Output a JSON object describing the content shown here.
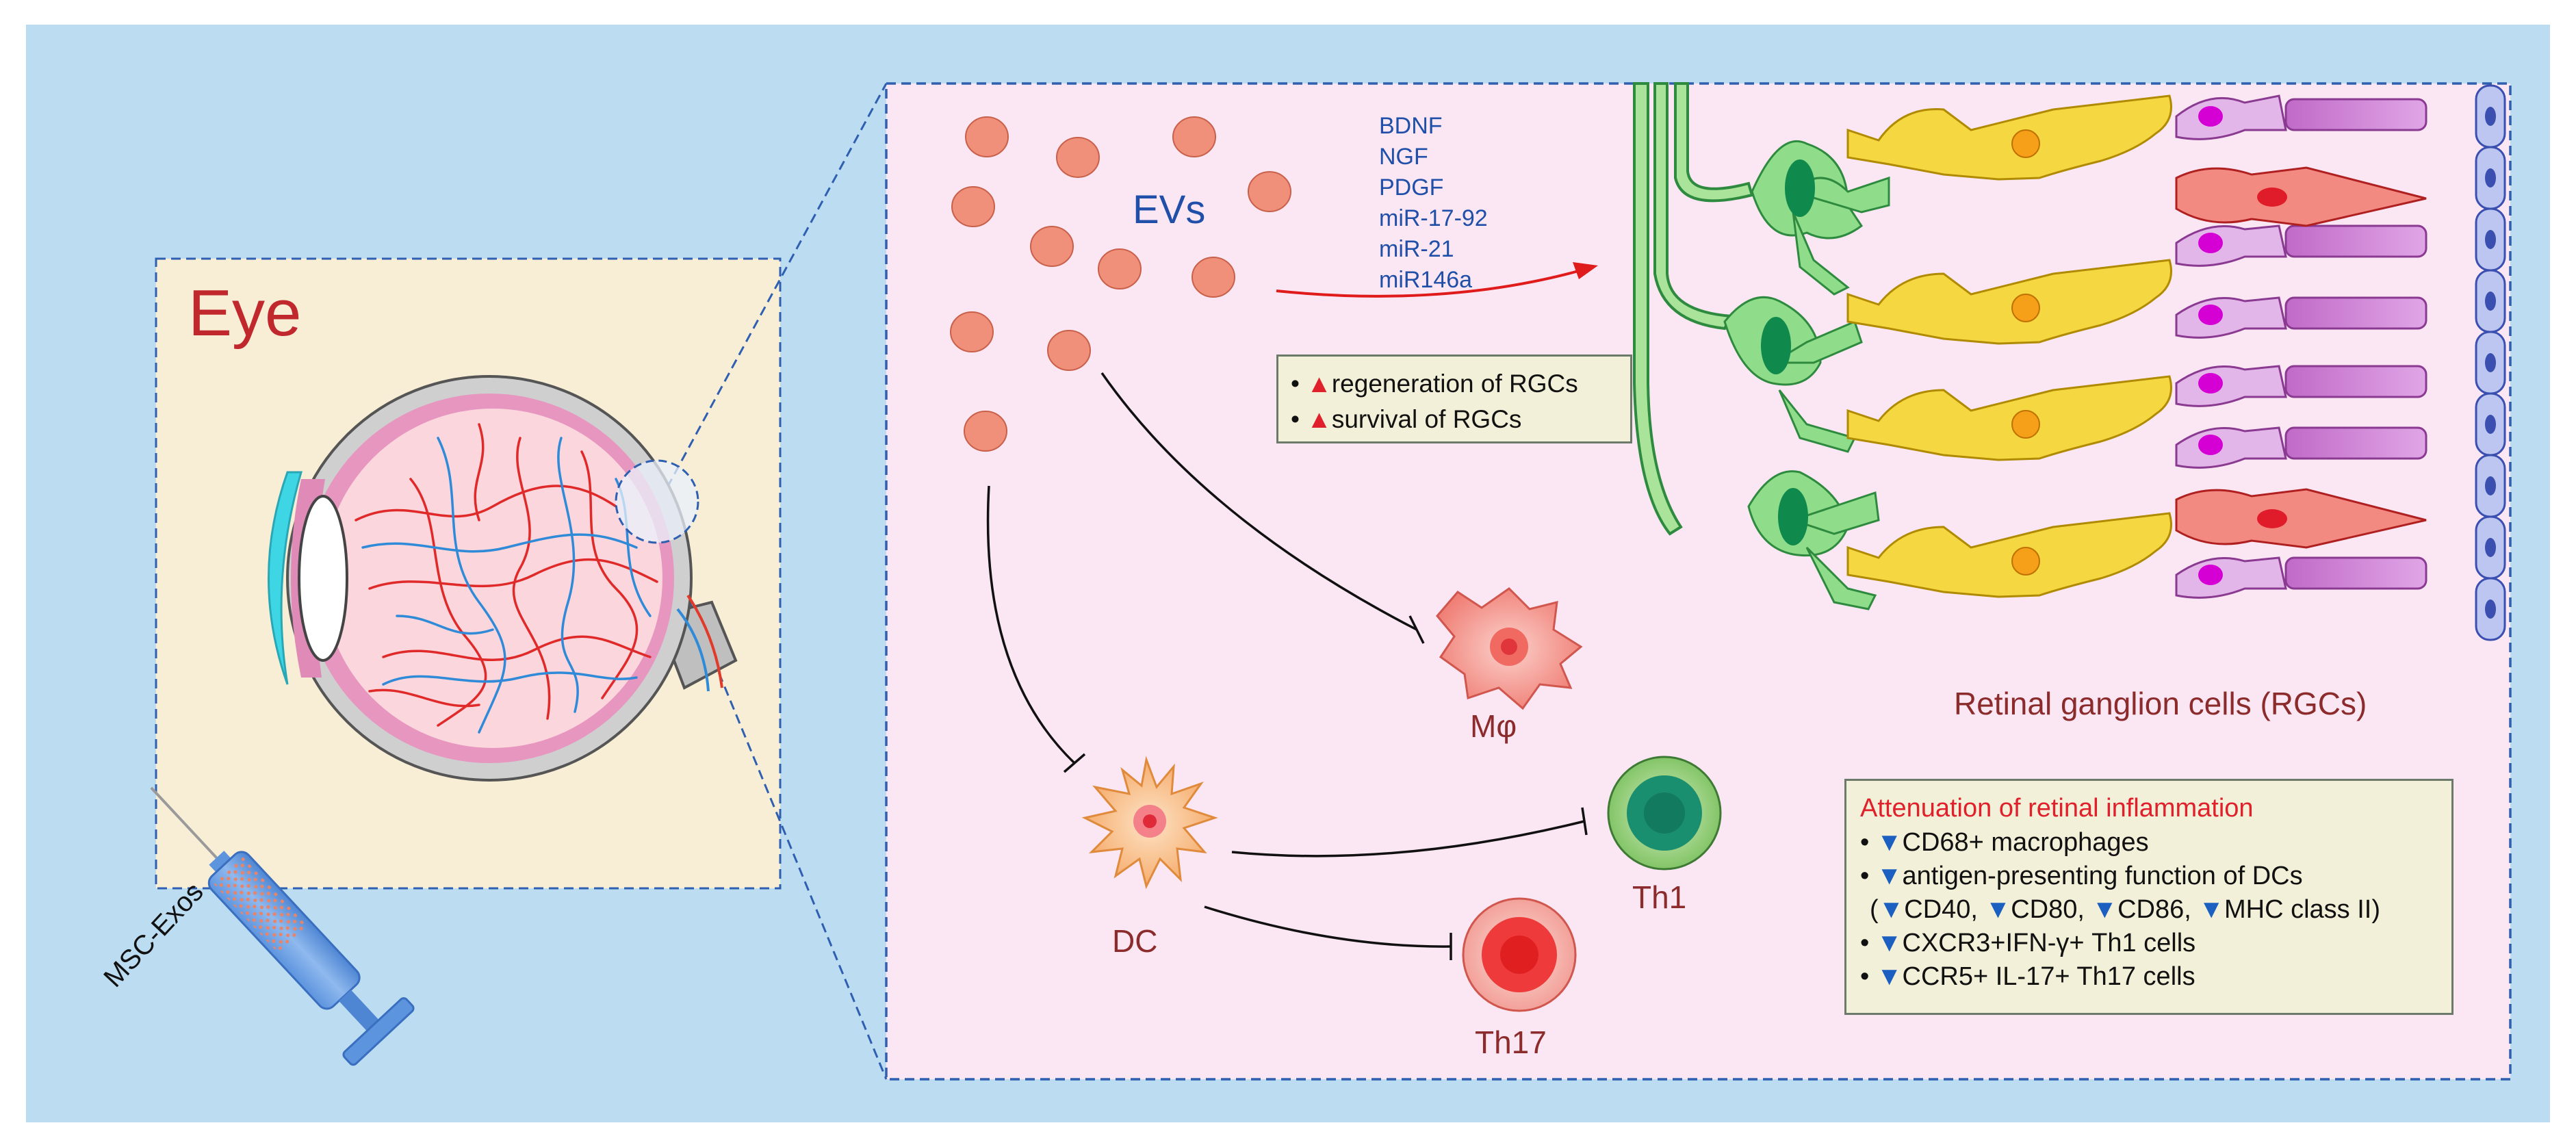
{
  "eye_panel": {
    "title": "Eye",
    "syringe_label": "MSC-Exos"
  },
  "detail_panel": {
    "evs_label": "EVs",
    "factors": [
      "BDNF",
      "NGF",
      "PDGF",
      "miR-17-92",
      "miR-21",
      "miR146a"
    ],
    "effects_box": {
      "items": [
        {
          "marker": "▲",
          "text": "regeneration of RGCs"
        },
        {
          "marker": "▲",
          "text": "survival of RGCs"
        }
      ]
    },
    "cells": {
      "macrophage": "Mφ",
      "dendritic_cell": "DC",
      "th1": "Th1",
      "th17": "Th17"
    },
    "rgc_label": "Retinal ganglion cells (RGCs)",
    "inflammation_box": {
      "title": "Attenuation of retinal inflammation",
      "rows": [
        {
          "bullet": "•",
          "parts": [
            [
              "▼",
              "CD68+ macrophages"
            ]
          ]
        },
        {
          "bullet": "•",
          "parts": [
            [
              "▼",
              "antigen-presenting function of DCs"
            ]
          ]
        },
        {
          "bullet": "",
          "parts": [
            [
              "",
              "("
            ],
            [
              "▼",
              "CD40, "
            ],
            [
              "▼",
              "CD80, "
            ],
            [
              "▼",
              "CD86, "
            ],
            [
              "▼",
              "MHC class II)"
            ]
          ]
        },
        {
          "bullet": "•",
          "parts": [
            [
              "▼",
              "CXCR3+IFN-γ+ Th1 cells"
            ]
          ]
        },
        {
          "bullet": "•",
          "parts": [
            [
              "▼",
              "CCR5+ IL-17+ Th17 cells"
            ]
          ]
        }
      ]
    }
  },
  "colors": {
    "background": "#bcdcf2",
    "eye_panel_fill": "#f8eed6",
    "detail_panel_fill": "#fbe7f3",
    "dashed_border": "#2f5fb0",
    "ev_dot": "#f0907a",
    "inhibition_line": "#111111",
    "arrow": "#e01b1b",
    "up_marker": "#e0202a",
    "down_marker": "#1b5fc0"
  }
}
